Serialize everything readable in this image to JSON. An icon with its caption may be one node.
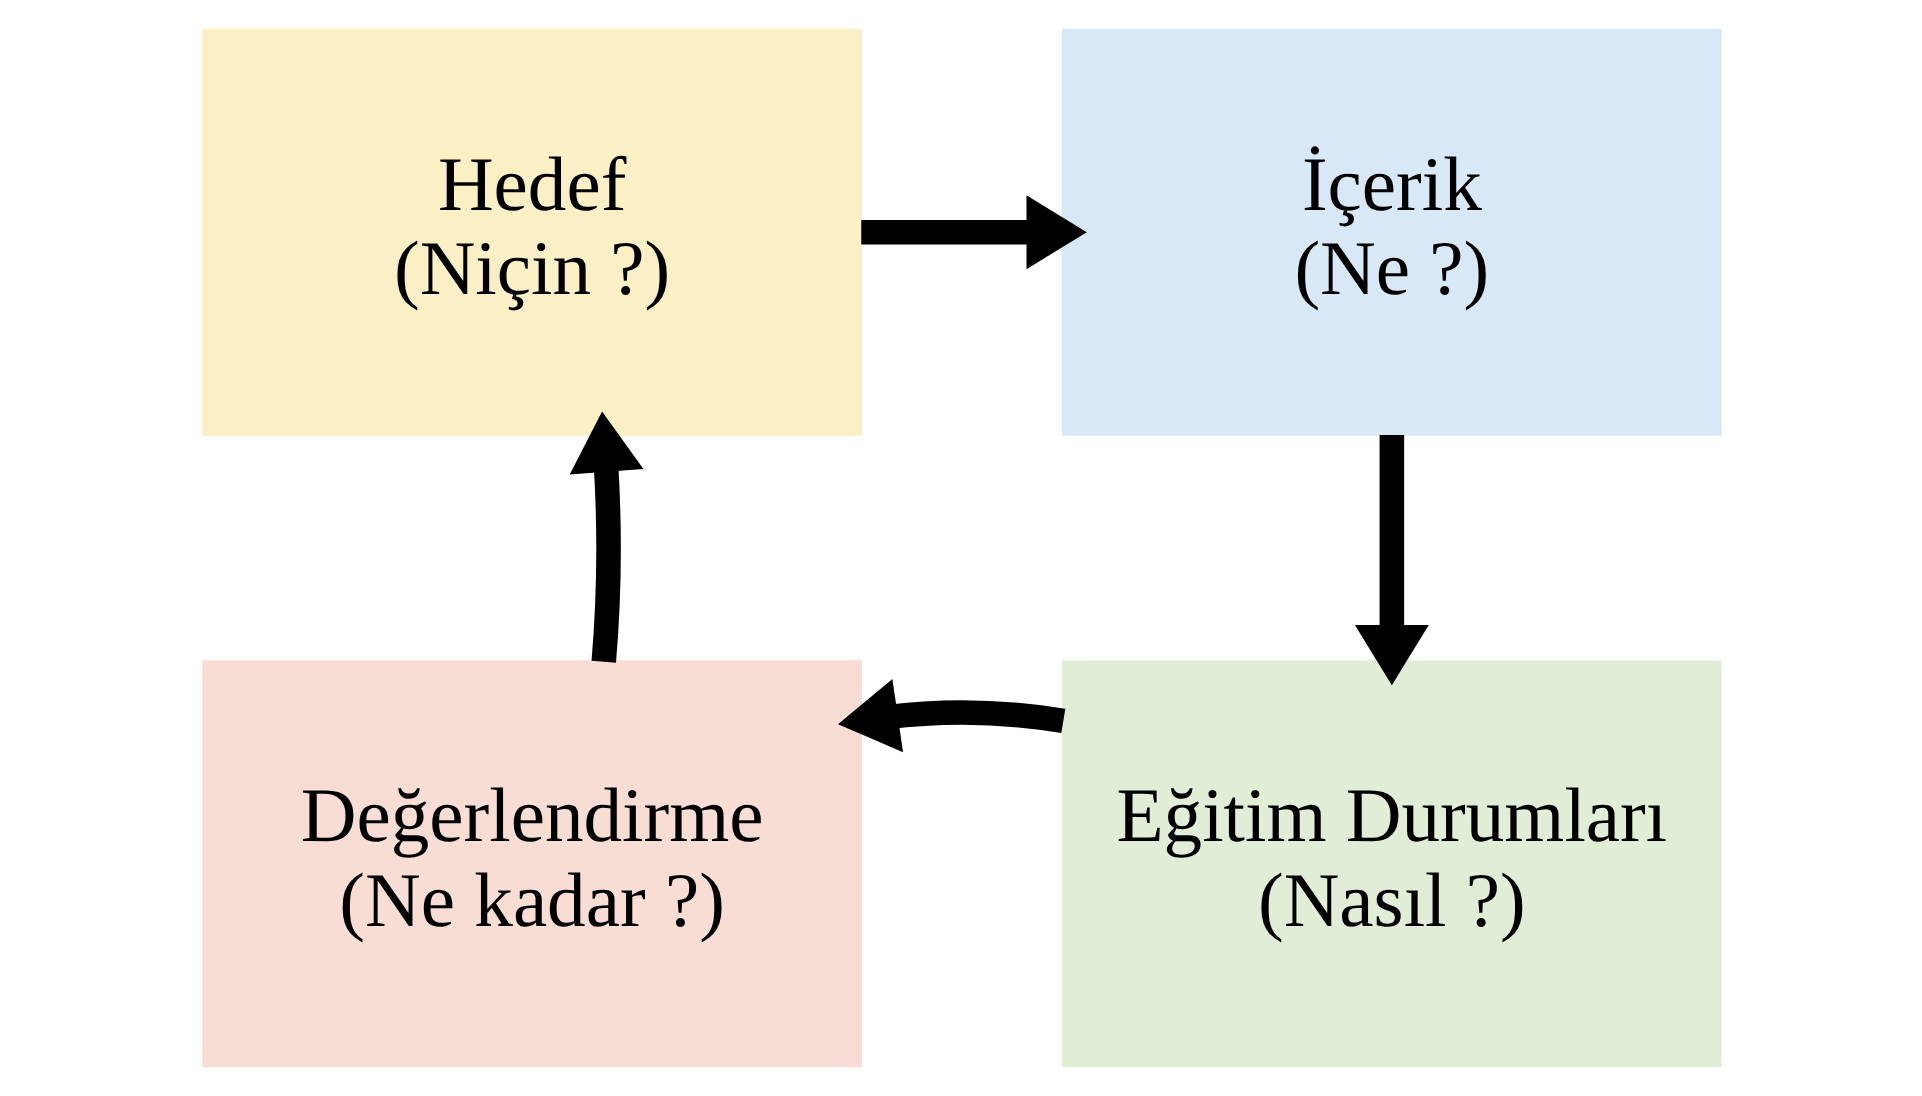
{
  "diagram": {
    "nodes": [
      {
        "text": [
          "Hedef",
          "(Niçin ?)"
        ]
      },
      {
        "text": [
          "İçerik",
          "(Ne ?)"
        ]
      },
      {
        "text": [
          "Eğitim Durumları",
          "(Nasıl ?)"
        ]
      },
      {
        "text": [
          "Değerlendirme",
          "(Ne kadar ?)"
        ]
      }
    ],
    "edges": [
      {
        "from": 0,
        "to": 1,
        "arrow": "to"
      },
      {
        "from": 1,
        "to": 2,
        "arrow": "to"
      },
      {
        "from": 2,
        "to": 3,
        "arrow": "to"
      },
      {
        "from": 3,
        "to": 0,
        "arrow": "to"
      }
    ]
  }
}
